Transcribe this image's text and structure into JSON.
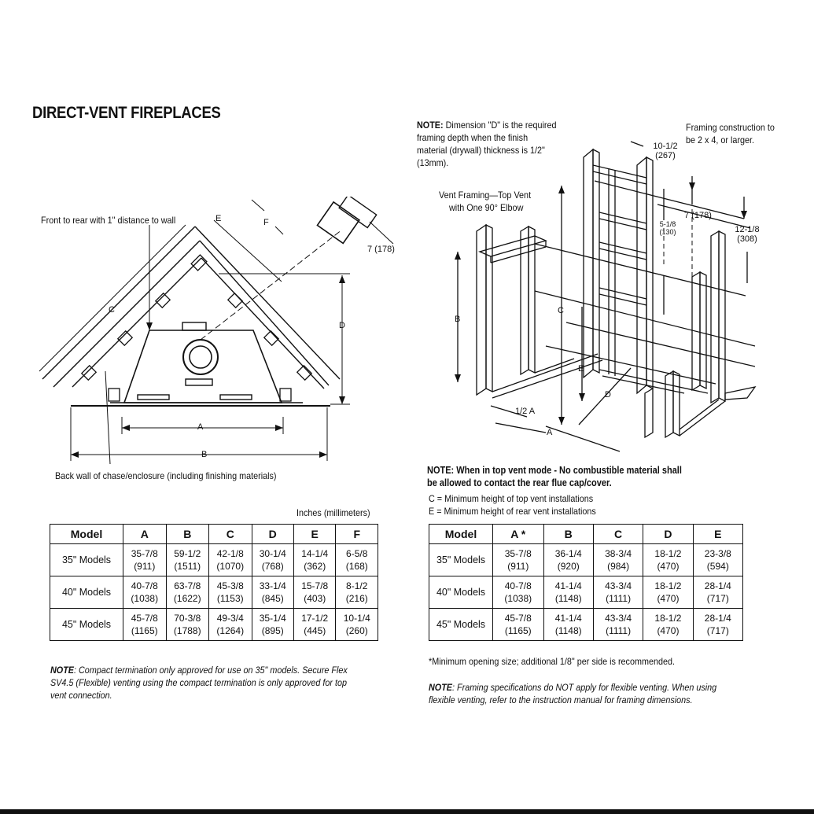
{
  "page": {
    "title": "DIRECT-VENT FIREPLACES"
  },
  "left_figure": {
    "callout_top": "Front to rear with 1\" distance to wall",
    "callout_bottom": "Back wall of chase/enclosure (including finishing materials)",
    "dims": {
      "a": "A",
      "b": "B",
      "c": "C",
      "d": "D",
      "e": "E",
      "f": "F",
      "term": "7 (178)"
    }
  },
  "right_figure": {
    "note_label": "NOTE:",
    "note_text": "Dimension \"D\" is the required framing depth when the finish material (drywall) thickness is 1/2\" (13mm).",
    "vent_label_1": "Vent Framing—Top Vent",
    "vent_label_2": "with One 90° Elbow",
    "framing_note": "Framing construction to be 2 x 4, or larger.",
    "dims": {
      "top_w": "10-1/2",
      "top_w_mm": "(267)",
      "mid": "7 (178)",
      "small": "5-1/8",
      "small_mm": "(130)",
      "side": "12-1/8",
      "side_mm": "(308)",
      "a": "A",
      "half_a": "1/2 A",
      "b": "B",
      "c": "C",
      "d": "D",
      "e": "E"
    }
  },
  "top_vent_note": {
    "line1": "NOTE: When in top vent mode - No combustible material shall",
    "line2": "be allowed to contact the rear flue cap/cover.",
    "legend_c": "C = Minimum height of top vent installations",
    "legend_e": "E = Minimum height of rear vent installations"
  },
  "left_table": {
    "units": "Inches (millimeters)",
    "headers": [
      "Model",
      "A",
      "B",
      "C",
      "D",
      "E",
      "F"
    ],
    "rows": [
      {
        "model": "35\" Models",
        "cells": [
          [
            "35-7/8",
            "(911)"
          ],
          [
            "59-1/2",
            "(1511)"
          ],
          [
            "42-1/8",
            "(1070)"
          ],
          [
            "30-1/4",
            "(768)"
          ],
          [
            "14-1/4",
            "(362)"
          ],
          [
            "6-5/8",
            "(168)"
          ]
        ]
      },
      {
        "model": "40\" Models",
        "cells": [
          [
            "40-7/8",
            "(1038)"
          ],
          [
            "63-7/8",
            "(1622)"
          ],
          [
            "45-3/8",
            "(1153)"
          ],
          [
            "33-1/4",
            "(845)"
          ],
          [
            "15-7/8",
            "(403)"
          ],
          [
            "8-1/2",
            "(216)"
          ]
        ]
      },
      {
        "model": "45\" Models",
        "cells": [
          [
            "45-7/8",
            "(1165)"
          ],
          [
            "70-3/8",
            "(1788)"
          ],
          [
            "49-3/4",
            "(1264)"
          ],
          [
            "35-1/4",
            "(895)"
          ],
          [
            "17-1/2",
            "(445)"
          ],
          [
            "10-1/4",
            "(260)"
          ]
        ]
      }
    ],
    "note_label": "NOTE",
    "note_line1": ":  Compact termination only approved for use on 35\" models. Secure Flex",
    "note_line2": "SV4.5 (Flexible) venting using the compact termination is only approved for top",
    "note_line3": "vent connection."
  },
  "right_table": {
    "headers": [
      "Model",
      "A *",
      "B",
      "C",
      "D",
      "E"
    ],
    "rows": [
      {
        "model": "35\" Models",
        "cells": [
          [
            "35-7/8",
            "(911)"
          ],
          [
            "36-1/4",
            "(920)"
          ],
          [
            "38-3/4",
            "(984)"
          ],
          [
            "18-1/2",
            "(470)"
          ],
          [
            "23-3/8",
            "(594)"
          ]
        ]
      },
      {
        "model": "40\" Models",
        "cells": [
          [
            "40-7/8",
            "(1038)"
          ],
          [
            "41-1/4",
            "(1148)"
          ],
          [
            "43-3/4",
            "(1111)"
          ],
          [
            "18-1/2",
            "(470)"
          ],
          [
            "28-1/4",
            "(717)"
          ]
        ]
      },
      {
        "model": "45\" Models",
        "cells": [
          [
            "45-7/8",
            "(1165)"
          ],
          [
            "41-1/4",
            "(1148)"
          ],
          [
            "43-3/4",
            "(1111)"
          ],
          [
            "18-1/2",
            "(470)"
          ],
          [
            "28-1/4",
            "(717)"
          ]
        ]
      }
    ],
    "footnote": "*Minimum opening size; additional 1/8\" per side is recommended.",
    "note_label": "NOTE",
    "note_line1": ": Framing specifications do NOT apply for flexible venting. When using",
    "note_line2": "flexible venting, refer to the instruction manual for framing dimensions."
  }
}
